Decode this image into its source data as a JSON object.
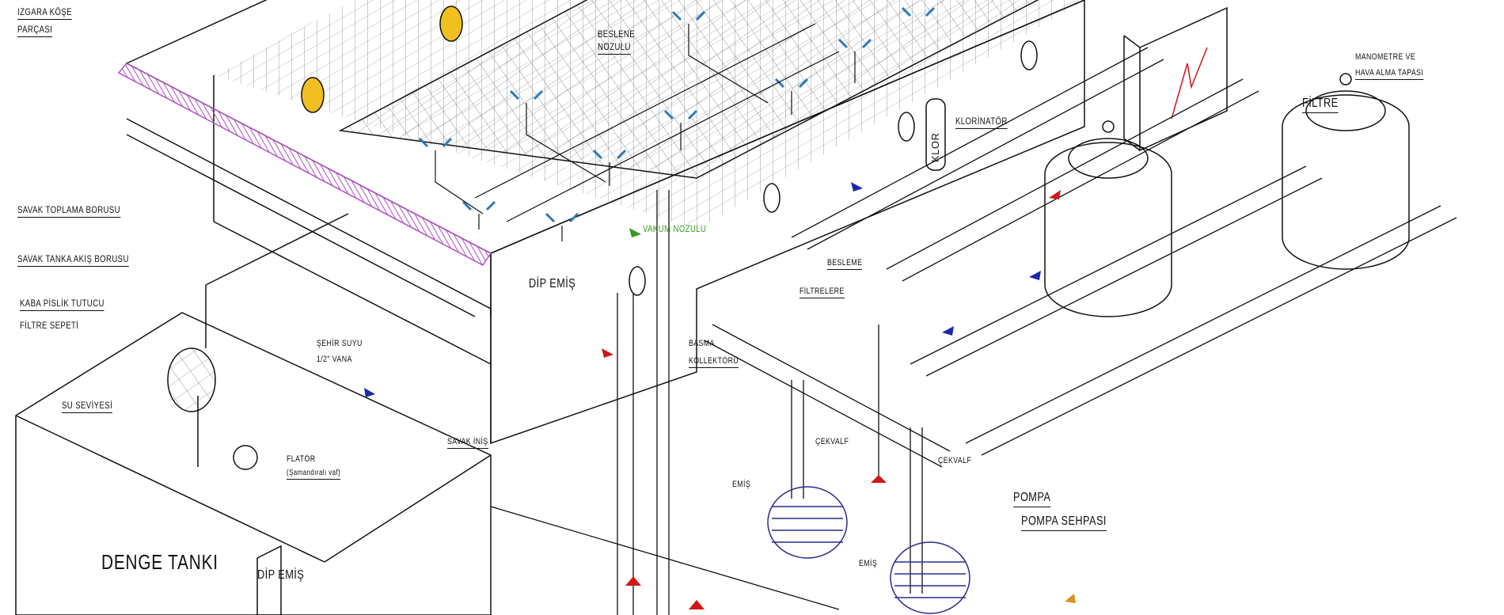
{
  "colors": {
    "line": "#111111",
    "grate": "#b050c0",
    "light": "#f0c020",
    "nozzle": "#2a7ab8",
    "arrow_red": "#d01818",
    "arrow_blue": "#1a2aa8",
    "arrow_green": "#3a9a22",
    "arrow_orange": "#e09020",
    "pump_coil": "#2a2a90"
  },
  "labels": {
    "izgara_kose_1": "IZGARA KÖŞE",
    "izgara_kose_2": "PARÇASI",
    "beslene_nozulu_1": "BESLENE",
    "beslene_nozulu_2": "NOZULU",
    "manometre_1": "MANOMETRE VE",
    "manometre_2": "HAVA ALMA TAPASI",
    "filtre": "FİLTRE",
    "klorinator": "KLORİNATÖR",
    "klor": "KLOR",
    "savak_toplama": "SAVAK TOPLAMA BORUSU",
    "vakum_nozulu": "VAKUM NOZULU",
    "savak_tanka": "SAVAK TANKA AKIŞ BORUSU",
    "besleme": "BESLEME",
    "dip_emis_pool": "DİP EMİŞ",
    "filtrelere": "FİLTRELERE",
    "kaba_pislik": "KABA PİSLİK TUTUCU",
    "filtre_sepeti": "FİLTRE SEPETİ",
    "basma_1": "BASMA",
    "basma_2": "KOLLEKTÖRÜ",
    "sehir_suyu_1": "ŞEHİR SUYU",
    "sehir_suyu_2": "1/2\" VANA",
    "su_seviyesi": "SU SEVİYESİ",
    "savak_inis": "SAVAK İNİŞ",
    "cekvalf_1": "ÇEKVALF",
    "cekvalf_2": "ÇEKVALF",
    "flator_1": "FLATÖR",
    "flator_2": "(Şamandıralı vaf)",
    "pompa": "POMPA",
    "pompa_sehpasi": "POMPA SEHPASI",
    "emis_1": "EMİŞ",
    "emis_2": "EMİŞ",
    "denge_tanki": "DENGE TANKI",
    "dip_emis_tank": "DİP EMİŞ"
  }
}
